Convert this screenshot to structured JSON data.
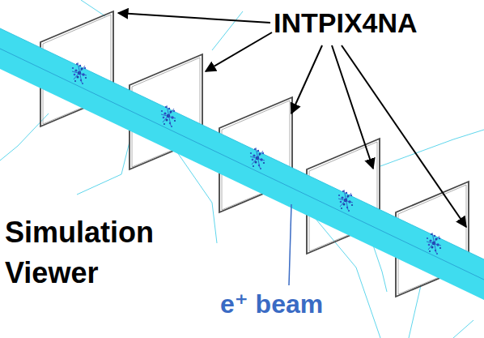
{
  "diagram": {
    "labels": [
      "INTPIX4NA",
      "Simulation Viewer",
      "e⁺ beam"
    ]
  }
}
